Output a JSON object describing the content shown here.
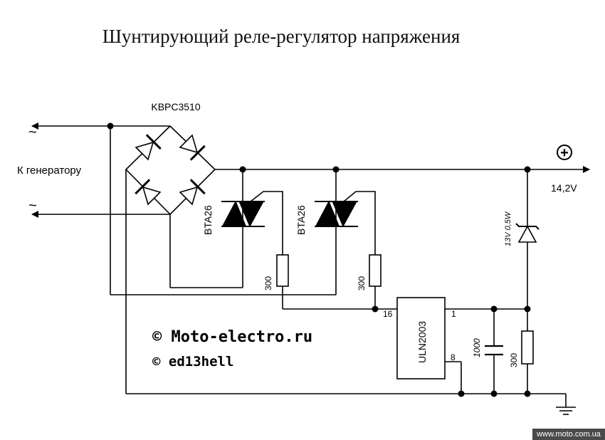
{
  "title": "Шунтирующий реле-регулятор напряжения",
  "components": {
    "bridge": "KBPC3510",
    "triac_1": "BTA26",
    "triac_2": "BTA26",
    "resistor_1": "300",
    "resistor_2": "300",
    "resistor_3": "300",
    "zener": "13V 0,5W",
    "capacitor": "1000",
    "ic": "ULN2003"
  },
  "pins": {
    "p16": "16",
    "p1": "1",
    "p8": "8"
  },
  "labels": {
    "ac_top": "~",
    "ac_bottom": "~",
    "generator": "К генератору",
    "plus": "+",
    "voltage": "14,2V"
  },
  "copyright": {
    "line1": "© Moto-electro.ru",
    "line2": "© ed13hell"
  },
  "watermark": "www.moto.com.ua"
}
